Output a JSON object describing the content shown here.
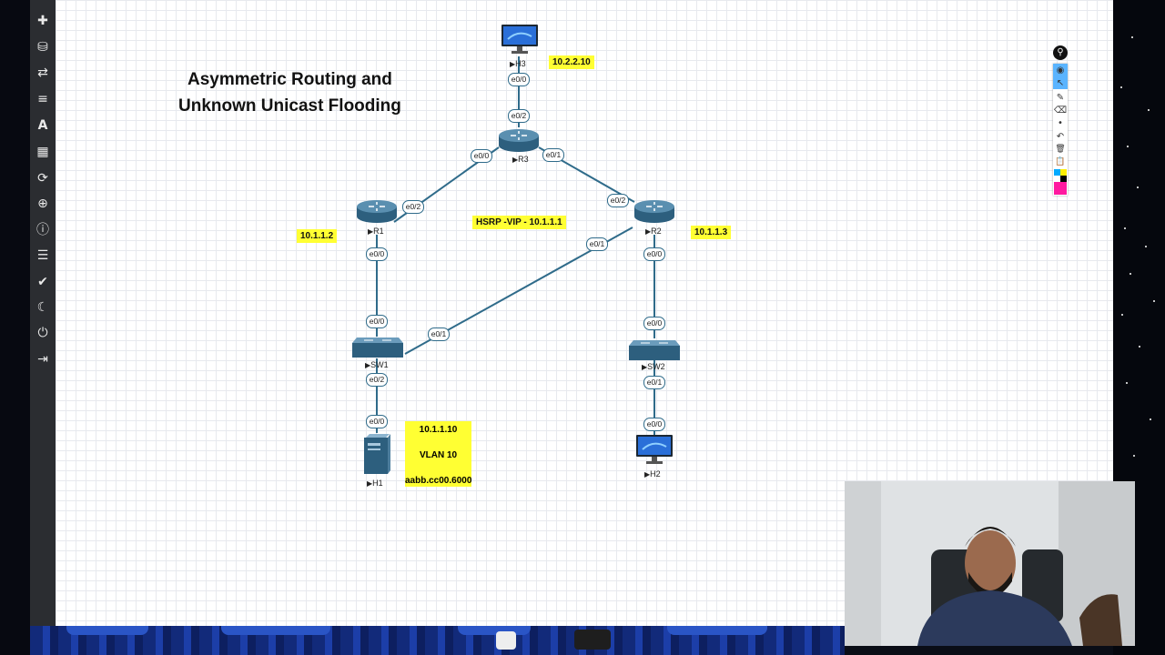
{
  "toolbar": {
    "items": [
      {
        "name": "add-icon",
        "glyph": "✚"
      },
      {
        "name": "storage-icon",
        "glyph": "⛁"
      },
      {
        "name": "swap-icon",
        "glyph": "⇄"
      },
      {
        "name": "align-icon",
        "glyph": "≡"
      },
      {
        "name": "text-icon",
        "glyph": "A"
      },
      {
        "name": "grid-icon",
        "glyph": "▦"
      },
      {
        "name": "refresh-icon",
        "glyph": "⟳"
      },
      {
        "name": "zoom-icon",
        "glyph": "⊕"
      },
      {
        "name": "info-icon",
        "glyph": "ⓘ"
      },
      {
        "name": "list-icon",
        "glyph": "☰"
      },
      {
        "name": "check-icon",
        "glyph": "✔"
      },
      {
        "name": "moon-icon",
        "glyph": "☾"
      },
      {
        "name": "power-icon",
        "glyph": "⏻"
      },
      {
        "name": "logout-icon",
        "glyph": "⇥"
      }
    ]
  },
  "diagram": {
    "title_line1": "Asymmetric Routing and",
    "title_line2": "Unknown Unicast Flooding",
    "nodes": {
      "h3": "H3",
      "r3": "R3",
      "r1": "R1",
      "r2": "R2",
      "sw1": "SW1",
      "sw2": "SW2",
      "h1": "H1",
      "h2": "H2"
    },
    "labels": {
      "h3_ip": "10.2.2.10",
      "r1_ip": "10.1.1.2",
      "r2_ip": "10.1.1.3",
      "hsrp": "HSRP -VIP - 10.1.1.1",
      "h1_ip": "10.1.1.10",
      "h1_vlan": "VLAN 10",
      "h1_mac": "aabb.cc00.6000"
    },
    "interfaces": {
      "h3_e00": "e0/0",
      "r3_e02": "e0/2",
      "r3_e00": "e0/0",
      "r3_e01": "e0/1",
      "r1_e02": "e0/2",
      "r2_e02": "e0/2",
      "r1_e00": "e0/0",
      "r2_e01": "e0/1",
      "r2_e00": "e0/0",
      "sw1_e00": "e0/0",
      "sw1_e01": "e0/1",
      "sw2_e00": "e0/0",
      "sw1_e02": "e0/2",
      "h1_e00": "e0/0",
      "sw2_e01": "e0/1",
      "h2_e00": "e0/0"
    },
    "colors": {
      "link": "#2f6b8a",
      "router": "#3a6d8c",
      "label_bg": "#ffff33"
    }
  },
  "annotation_toolbar": {
    "items": [
      {
        "name": "pin-icon",
        "glyph": "⚲"
      },
      {
        "name": "eye-icon",
        "glyph": "◉"
      },
      {
        "name": "pointer-icon",
        "glyph": "↖"
      },
      {
        "name": "pen-icon",
        "glyph": "✎"
      },
      {
        "name": "eraser-icon",
        "glyph": "⌫"
      },
      {
        "name": "dot-icon",
        "glyph": "•"
      },
      {
        "name": "undo-icon",
        "glyph": "↶"
      },
      {
        "name": "trash-icon",
        "glyph": "🗑"
      },
      {
        "name": "clipboard-icon",
        "glyph": "📋"
      }
    ],
    "colors": [
      "#00aaff",
      "#ffee00",
      "#000000",
      "#ff1aa0"
    ]
  }
}
